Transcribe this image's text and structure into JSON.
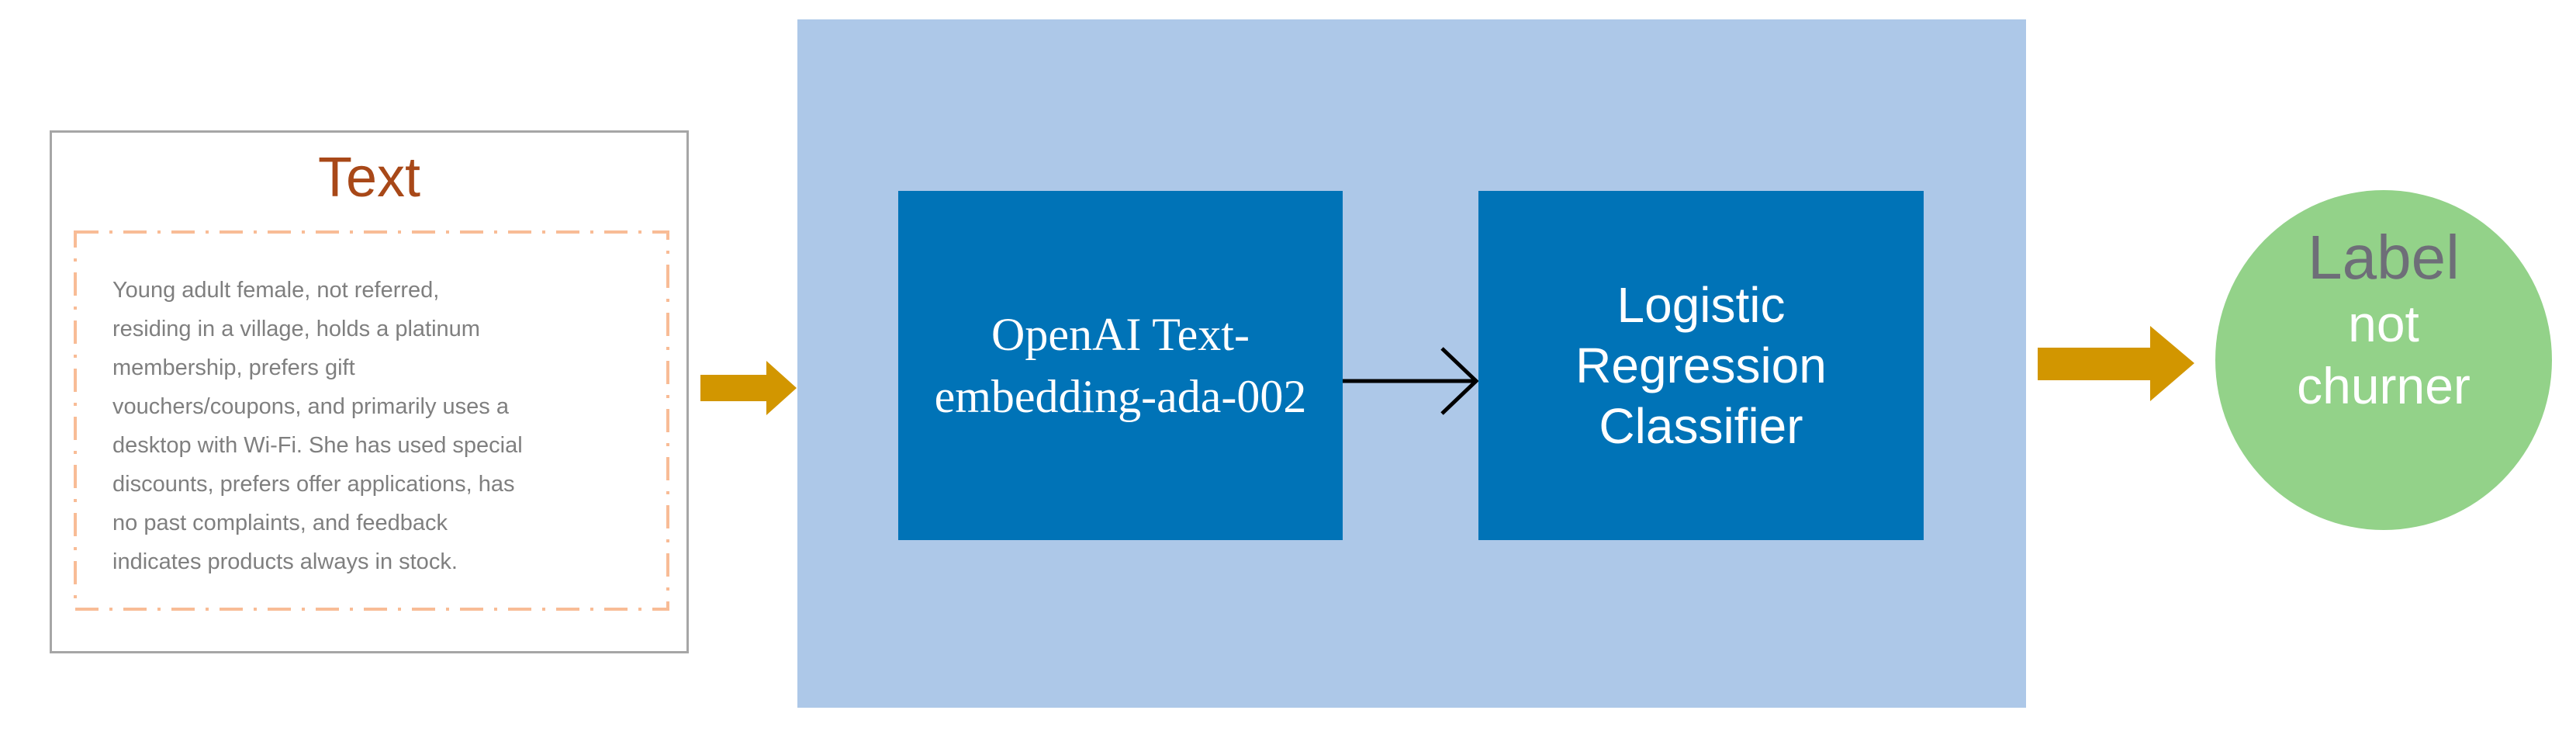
{
  "diagram": {
    "input_box": {
      "title": "Text",
      "body_lines": [
        "Young adult female, not referred,",
        "residing in a village, holds a platinum",
        "membership, prefers gift",
        "vouchers/coupons, and primarily uses a",
        "desktop with Wi-Fi. She has used special",
        "discounts, prefers offer applications, has",
        "no past complaints, and feedback",
        "indicates products always in stock."
      ]
    },
    "pipeline": {
      "embedding_box": {
        "lines": [
          "OpenAI Text-",
          "embedding-ada-002"
        ]
      },
      "classifier_box": {
        "lines": [
          "Logistic",
          "Regression",
          "Classifier"
        ]
      }
    },
    "output_circle": {
      "title": "Label",
      "value_lines": [
        "not",
        "churner"
      ]
    }
  },
  "colors": {
    "pipeline_panel_bg": "#ADC8E8",
    "process_box_bg": "#0073B7",
    "process_box_text": "#FFFFFF",
    "flow_arrow": "#D29600",
    "connector_arrow": "#000000",
    "output_circle_bg": "#93D289",
    "output_title_text": "#6E6E78",
    "output_value_text": "#FFFFFF",
    "input_box_border": "#A6A6A6",
    "input_dashed_border": "#F8BC96",
    "input_title_text": "#A84818",
    "input_body_text": "#7F7F7F"
  }
}
